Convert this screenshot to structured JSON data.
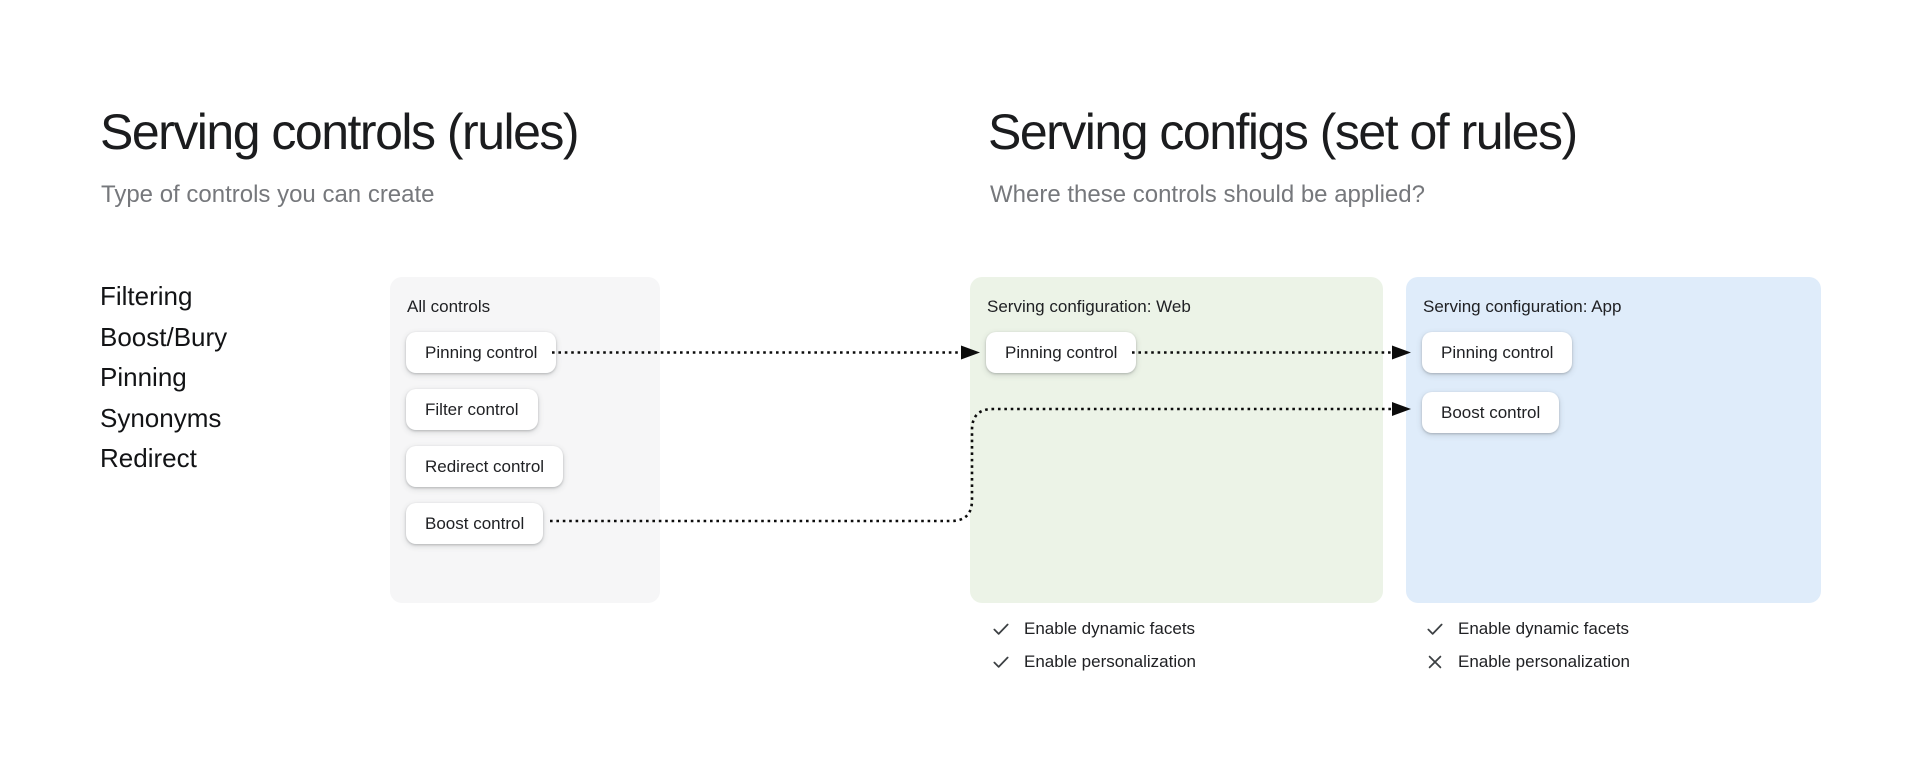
{
  "left_section": {
    "title": "Serving controls (rules)",
    "subtitle": "Type of controls you can create",
    "control_types": [
      "Filtering",
      "Boost/Bury",
      "Pinning",
      "Synonyms",
      "Redirect"
    ],
    "all_controls_card": {
      "label": "All controls",
      "controls": [
        "Pinning control",
        "Filter control",
        "Redirect control",
        "Boost control"
      ]
    }
  },
  "right_section": {
    "title": "Serving configs (set of rules)",
    "subtitle": "Where these controls should be applied?",
    "configs": [
      {
        "label": "Serving configuration: Web",
        "controls": [
          "Pinning control"
        ],
        "features": [
          {
            "label": "Enable dynamic facets",
            "enabled": true,
            "icon": "check"
          },
          {
            "label": "Enable personalization",
            "enabled": true,
            "icon": "check"
          }
        ]
      },
      {
        "label": "Serving configuration: App",
        "controls": [
          "Pinning control",
          "Boost control"
        ],
        "features": [
          {
            "label": "Enable dynamic facets",
            "enabled": true,
            "icon": "check"
          },
          {
            "label": "Enable personalization",
            "enabled": false,
            "icon": "cross"
          }
        ]
      }
    ]
  },
  "flows": [
    {
      "from": "All controls / Pinning control",
      "to": "Serving configuration: Web / Pinning control"
    },
    {
      "from": "Serving configuration: Web / Pinning control",
      "to": "Serving configuration: App / Pinning control"
    },
    {
      "from": "All controls / Boost control",
      "to": "Serving configuration: App / Boost control"
    }
  ],
  "colors": {
    "card-gray": "#f6f6f7",
    "card-green": "#ecf3e7",
    "card-blue": "#dfecfa",
    "arrow": "#0c0c0c",
    "ink": "#1b1c1e",
    "muted": "#76787c"
  }
}
